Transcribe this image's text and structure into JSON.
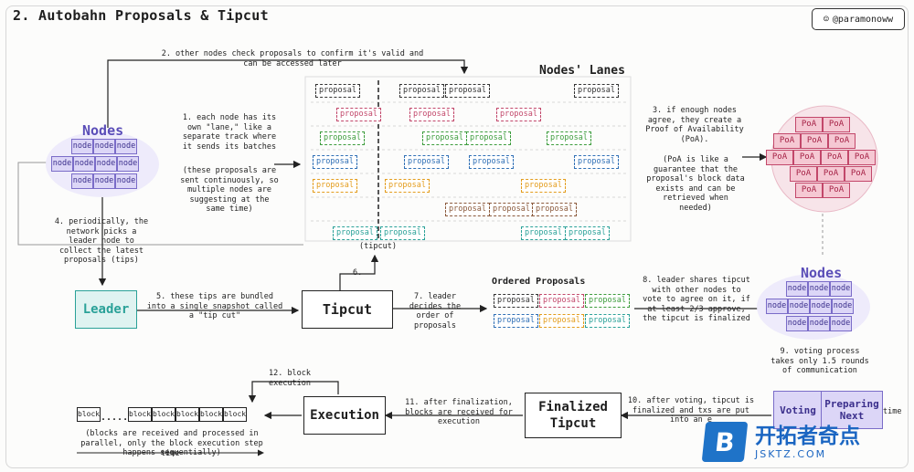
{
  "title": "2. Autobahn Proposals & Tipcut",
  "handle": "@paramonoww",
  "nodes_label": "Nodes",
  "nodes_label_2": "Nodes",
  "node_word": "node",
  "lanes_title": "Nodes' Lanes",
  "proposal_word": "proposal",
  "tipcut_marker": "(tipcut)",
  "poa_word": "PoA",
  "ordered_title": "Ordered Proposals",
  "leader": "Leader",
  "tipcut": "Tipcut",
  "execution": "Execution",
  "finalized_tipcut": "Finalized Tipcut",
  "voting": "Voting",
  "preparing_next": "Preparing Next",
  "time_word": "time",
  "block_word": "block",
  "ellipsis": ".....",
  "notes": {
    "n1": "1. each node has its own \"lane,\" like a separate track where it sends its batches",
    "n1b": "(these proposals are sent continuously, so multiple nodes are suggesting at the same time)",
    "n2": "2. other nodes check proposals to confirm it's valid and can be accessed later",
    "n3": "3. if enough nodes agree, they create a Proof of Availability (PoA).",
    "n3b": "(PoA is like a guarantee that the proposal's block data exists and can be retrieved when needed)",
    "n4": "4. periodically, the network picks a leader node to collect the latest proposals (tips)",
    "n5": "5. these tips are bundled into a single snapshot called a \"tip cut\"",
    "n6": "6.",
    "n7": "7. leader decides the order of proposals",
    "n8": "8. leader shares tipcut with other nodes to vote to agree on it, if at least 2/3 approve, the tipcut is finalized",
    "n9": "9. voting process takes only 1.5 rounds of communication",
    "n10": "10. after voting, tipcut is finalized and txs are put into an e",
    "n11": "11. after finalization, blocks are received for execution",
    "n12": "12. block execution",
    "n13": "(blocks are received and processed in parallel, only the block execution step happens sequentially)"
  },
  "brand": {
    "cn": "开拓者奇点",
    "url": "JSKTZ.COM",
    "logo": "B"
  },
  "colors": {
    "purple": "#7a6cc8",
    "pink": "#c2476a",
    "teal": "#2aa198"
  }
}
